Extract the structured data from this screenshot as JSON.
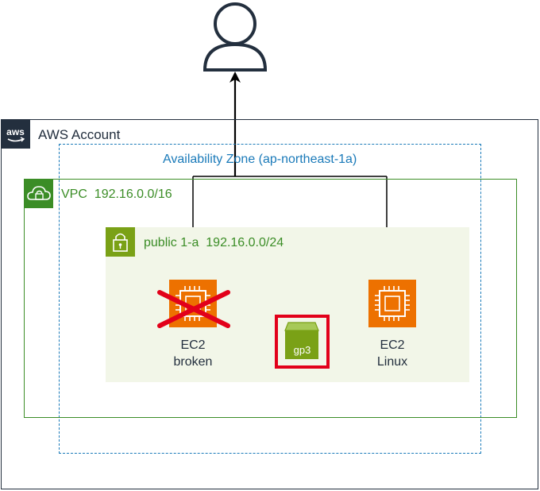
{
  "user": {
    "icon": "user-icon"
  },
  "account": {
    "label": "AWS Account",
    "logo_text": "aws",
    "icon": "aws-cloud-icon",
    "color": "#232f3e"
  },
  "availability_zone": {
    "label": "Availability Zone (ap-northeast-1a)",
    "color": "#1a7ab9"
  },
  "vpc": {
    "label": "VPC  192.16.0.0/16",
    "icon": "vpc-cloud-lock-icon",
    "color": "#3b8d26"
  },
  "subnet": {
    "label": "public 1-a  192.16.0.0/24",
    "icon": "padlock-icon",
    "color": "#7aa116",
    "background": "#f2f6e8"
  },
  "instances": [
    {
      "name": "EC2",
      "status": "broken",
      "icon": "ec2-chip-icon",
      "crossed_out": true
    },
    {
      "name": "EC2",
      "status": "Linux",
      "icon": "ec2-chip-icon",
      "crossed_out": false
    }
  ],
  "volume": {
    "label": "gp3",
    "icon": "ebs-volume-icon",
    "highlight_color": "#e2001a"
  },
  "accent_colors": {
    "ec2": "#ed7100",
    "cross": "#e2001a"
  }
}
